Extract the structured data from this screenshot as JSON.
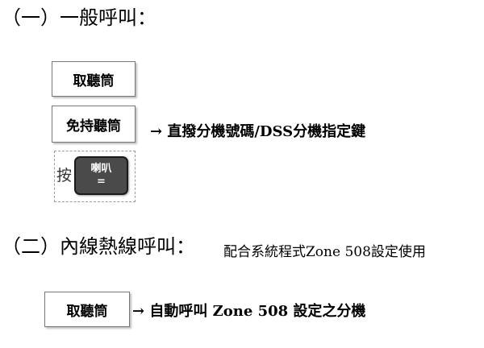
{
  "section1": {
    "heading": "（一）一般呼叫：",
    "offhook_label": "取聽筒",
    "handsfree_label": "免持聽筒",
    "handsfree_result": "→ 直撥分機號碼/DSS分機指定鍵",
    "press_label": "按",
    "speaker_key": {
      "line1": "喇叭",
      "line2": "="
    }
  },
  "section2": {
    "heading": "（二）內線熱線呼叫：",
    "note": "配合系統程式Zone 508設定使用",
    "offhook_label": "取聽筒",
    "result": "→ 自動呼叫 Zone 508 設定之分機"
  }
}
